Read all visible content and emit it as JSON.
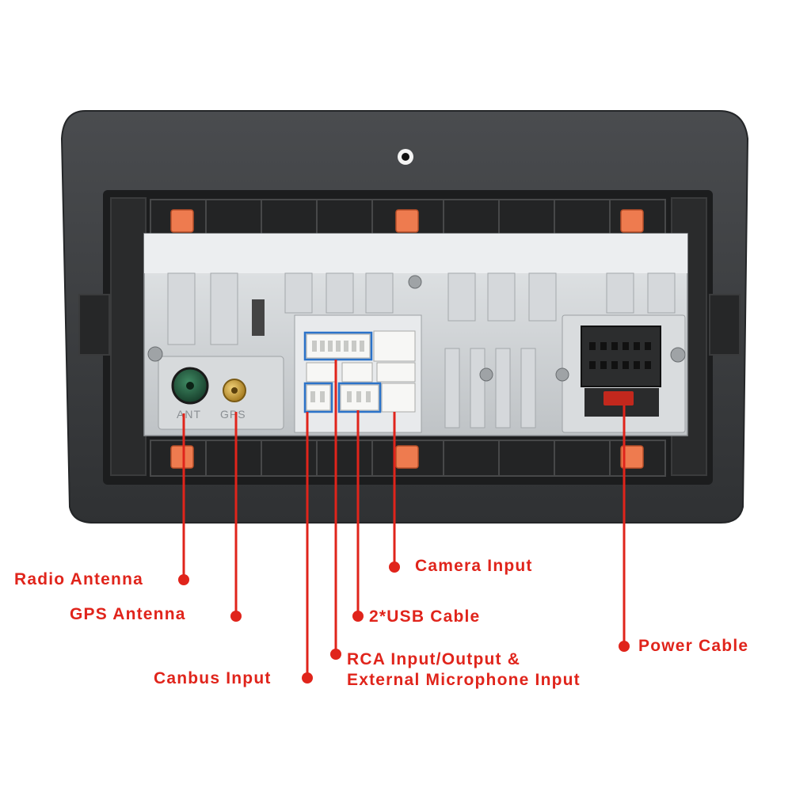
{
  "unit": {
    "ant_label": "ANT",
    "gps_label": "GPS"
  },
  "callouts": {
    "radio_antenna": "Radio Antenna",
    "gps_antenna": "GPS Antenna",
    "canbus_input": "Canbus Input",
    "rca_line1": "RCA Input/Output &",
    "rca_line2": "External Microphone Input",
    "usb_cable": "2*USB Cable",
    "camera_input": "Camera Input",
    "power_cable": "Power Cable"
  },
  "colors": {
    "callout": "#e0241b",
    "highlight": "#2b73c9",
    "bezel": "#3a3c3e",
    "chassis": "#c9cdd0",
    "clip": "#ee7b4f"
  }
}
